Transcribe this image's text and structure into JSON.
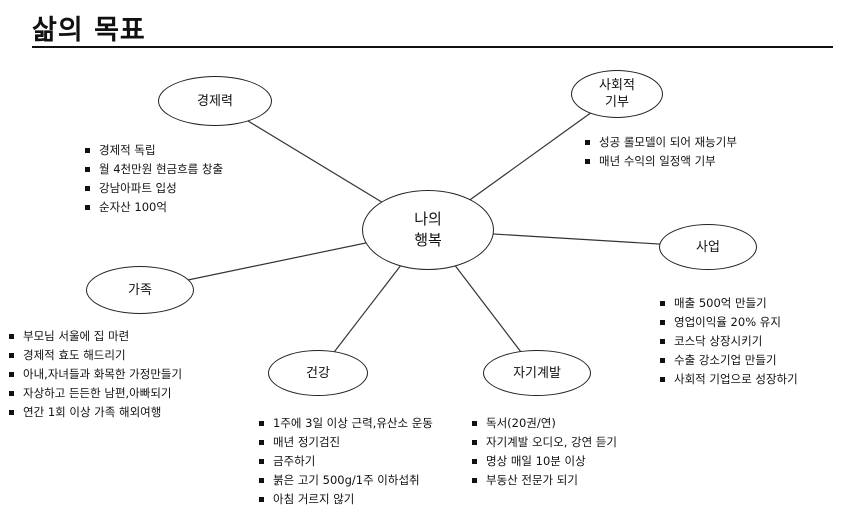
{
  "title": "삶의 목표",
  "center": [
    "나의",
    "행복"
  ],
  "nodes": {
    "economy": "경제력",
    "donation": [
      "사회적",
      "기부"
    ],
    "business": "사업",
    "family": "가족",
    "health": "건강",
    "self": "자기계발"
  },
  "lists": {
    "economy": [
      "경제적 독립",
      "월 4천만원 현금흐름 창출",
      "강남아파트 입성",
      "순자산 100억"
    ],
    "donation": [
      "성공 롤모델이 되어 재능기부",
      "매년 수익의 일정액 기부"
    ],
    "business": [
      "매출 500억 만들기",
      "영업이익율 20% 유지",
      "코스닥 상장시키기",
      "수출 강소기업 만들기",
      "사회적 기업으로 성장하기"
    ],
    "family": [
      "부모님 서울에 집 마련",
      "경제적 효도 해드리기",
      "아내,자녀들과 화목한 가정만들기",
      "자상하고 든든한 남편,아빠되기",
      "연간 1회 이상 가족 해외여행"
    ],
    "health": [
      "1주에 3일 이상 근력,유산소 운동",
      "매년 정기검진",
      "금주하기",
      "붉은 고기 500g/1주 이하섭취",
      "아침 거르지 않기"
    ],
    "self": [
      "독서(20권/연)",
      "자기계발 오디오, 강연 듣기",
      "명상 매일 10분 이상",
      "부동산 전문가 되기"
    ]
  }
}
